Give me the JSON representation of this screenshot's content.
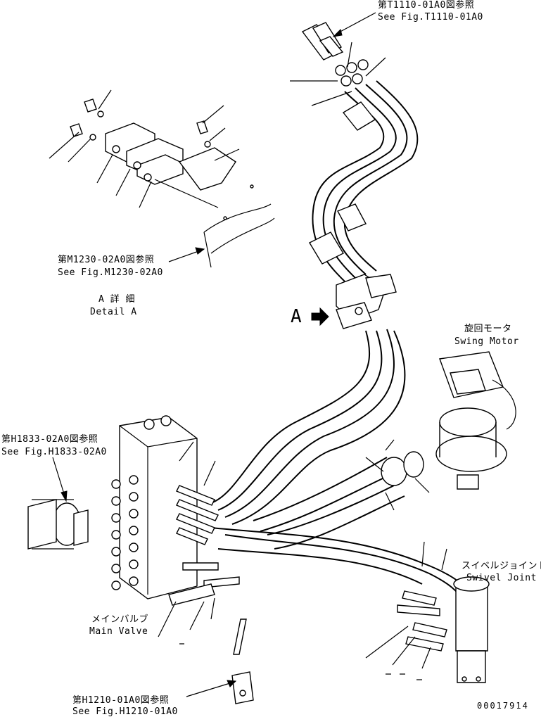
{
  "refs": {
    "t1110_jp": "第T1110-01A0図参照",
    "t1110_en": "See Fig.T1110-01A0",
    "m1230_jp": "第M1230-02A0図参照",
    "m1230_en": "See Fig.M1230-02A0",
    "h1833_jp": "第H1833-02A0図参照",
    "h1833_en": "See Fig.H1833-02A0",
    "h1210_jp": "第H1210-01A0図参照",
    "h1210_en": "See Fig.H1210-01A0"
  },
  "detail": {
    "jp": "A 詳 細",
    "en": "Detail A",
    "marker": "A"
  },
  "components": {
    "swing_motor_jp": "旋回モータ",
    "swing_motor_en": "Swing Motor",
    "swivel_joint_jp": "スイベルジョイント",
    "swivel_joint_en": "Swivel Joint",
    "main_valve_jp": "メインバルブ",
    "main_valve_en": "Main Valve"
  },
  "drawing_number": "00017914"
}
